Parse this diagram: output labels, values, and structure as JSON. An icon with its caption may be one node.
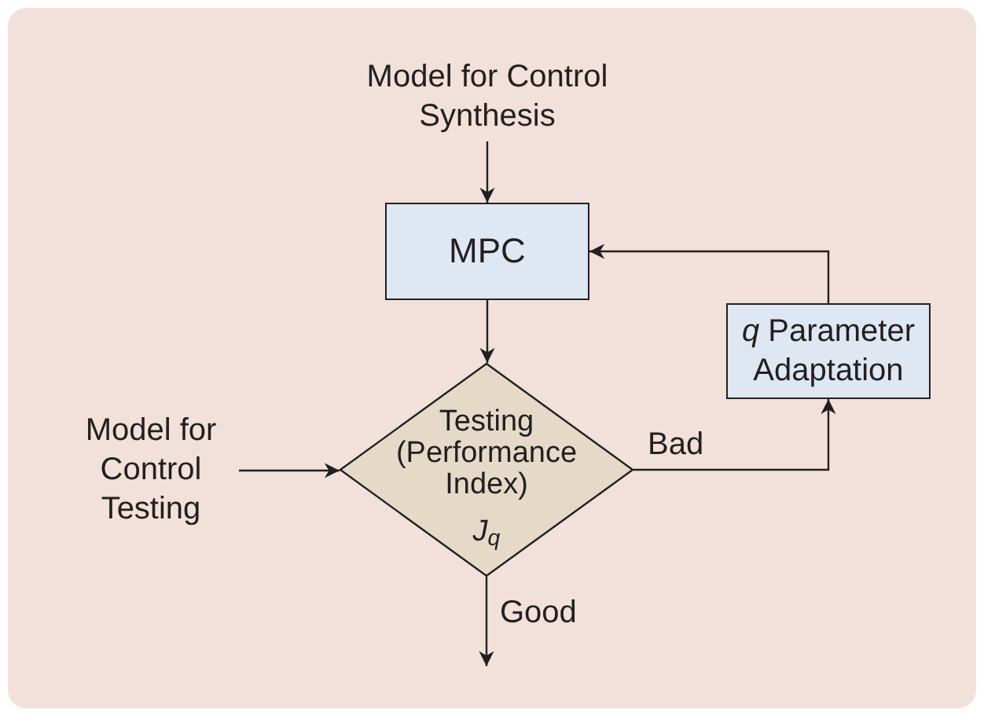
{
  "diagram": {
    "nodes": [
      {
        "text": [
          "Model for Control Synthesis"
        ]
      },
      {
        "text": [
          "MPC"
        ]
      },
      {
        "text": [
          "Testing (Performance Index)",
          "J$_{q}$"
        ]
      },
      {
        "text": [
          "Model for Control Testing"
        ]
      },
      {
        "text": [
          "*q* Parameter Adaptation"
        ]
      }
    ],
    "edges": [
      {
        "from": 0,
        "to": 1,
        "arrow": "to"
      },
      {
        "from": 1,
        "to": 2,
        "arrow": "to"
      },
      {
        "from": 3,
        "to": 2,
        "arrow": "to"
      },
      {
        "from": 2,
        "to": 4,
        "arrow": "to",
        "label": "Bad"
      },
      {
        "from": 4,
        "to": 1,
        "arrow": "to"
      },
      {
        "from": 2,
        "to": null,
        "arrow": "to",
        "label": "Good"
      }
    ]
  }
}
